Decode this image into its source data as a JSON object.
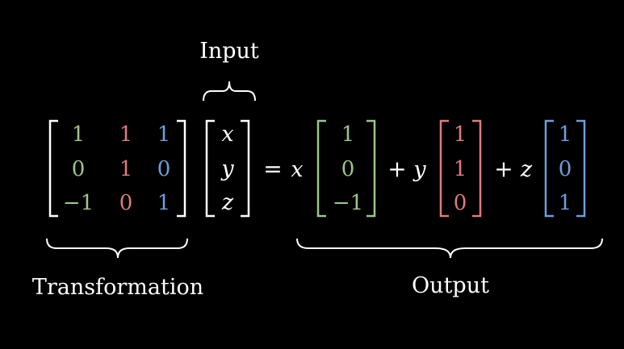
{
  "labels": {
    "input": "Input",
    "transformation": "Transformation",
    "output": "Output"
  },
  "colors": {
    "background": "#000000",
    "white": "#ffffff",
    "green": "#9bc68a",
    "red": "#df7b7b",
    "blue": "#6d9fdc"
  },
  "matrix": {
    "rows": [
      [
        "1",
        "1",
        "1"
      ],
      [
        "0",
        "1",
        "0"
      ],
      [
        "−1",
        "0",
        "1"
      ]
    ]
  },
  "input_vector": [
    "x",
    "y",
    "z"
  ],
  "equation": {
    "equals": "=",
    "plus": "+",
    "terms": [
      {
        "coef": "x",
        "values": [
          "1",
          "0",
          "−1"
        ]
      },
      {
        "coef": "y",
        "values": [
          "1",
          "1",
          "0"
        ]
      },
      {
        "coef": "z",
        "values": [
          "1",
          "0",
          "1"
        ]
      }
    ]
  }
}
